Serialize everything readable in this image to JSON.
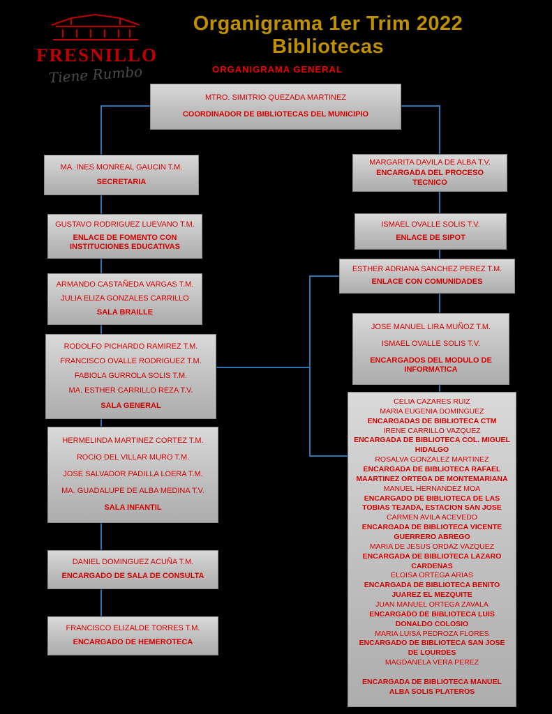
{
  "header": {
    "title": "Organigrama 1er Trim 2022 Bibliotecas",
    "subtitle": "ORGANIGRAMA GENERAL"
  },
  "logo": {
    "name": "FRESNILLO",
    "tagline": "Tiene Rumbo"
  },
  "colors": {
    "background": "#000000",
    "title_gold": "#BF9000",
    "text_red": "#D60000",
    "subtitle_red": "#F00000",
    "box_gray": "#BDBDBD",
    "connector_blue": "#2E75B6",
    "logo_red": "#C00000"
  },
  "org": {
    "root": {
      "lines": [
        {
          "text": "MTRO. SIMITRIO QUEZADA MARTINEZ",
          "bold": false
        },
        {
          "text": "COORDINADOR DE BIBLIOTECAS DEL MUNICIPIO",
          "bold": true
        }
      ]
    },
    "left": [
      {
        "lines": [
          {
            "text": "MA. INES MONREAL GAUCIN T.M.",
            "bold": false
          },
          {
            "text": "SECRETARIA",
            "bold": true
          }
        ]
      },
      {
        "lines": [
          {
            "text": "GUSTAVO RODRIGUEZ LUEVANO T.M.",
            "bold": false
          },
          {
            "text": "ENLACE DE FOMENTO CON INSTITUCIONES EDUCATIVAS",
            "bold": true
          }
        ]
      },
      {
        "lines": [
          {
            "text": "ARMANDO CASTAÑEDA VARGAS T.M.",
            "bold": false
          },
          {
            "text": "JULIA ELIZA GONZALES CARRILLO",
            "bold": false
          },
          {
            "text": "SALA BRAILLE",
            "bold": true
          }
        ]
      },
      {
        "lines": [
          {
            "text": "RODOLFO PICHARDO RAMIREZ T.M.",
            "bold": false
          },
          {
            "text": "FRANCISCO OVALLE RODRIGUEZ T.M.",
            "bold": false
          },
          {
            "text": "FABIOLA GURROLA SOLIS T.M.",
            "bold": false
          },
          {
            "text": "MA. ESTHER CARRILLO REZA T.V.",
            "bold": false
          },
          {
            "text": "SALA GENERAL",
            "bold": true
          }
        ]
      },
      {
        "lines": [
          {
            "text": "HERMELINDA MARTINEZ CORTEZ T.M.",
            "bold": false
          },
          {
            "text": "ROCIO DEL VILLAR MURO T.M.",
            "bold": false
          },
          {
            "text": "JOSE SALVADOR PADILLA LOERA T.M.",
            "bold": false
          },
          {
            "text": "MA. GUADALUPE DE ALBA MEDINA T.V.",
            "bold": false
          },
          {
            "text": "SALA INFANTIL",
            "bold": true
          }
        ]
      },
      {
        "lines": [
          {
            "text": "DANIEL DOMINGUEZ ACUÑA T.M.",
            "bold": false
          },
          {
            "text": "ENCARGADO DE SALA DE CONSULTA",
            "bold": true
          }
        ]
      },
      {
        "lines": [
          {
            "text": "FRANCISCO ELIZALDE TORRES T.M.",
            "bold": false
          },
          {
            "text": "ENCARGADO DE HEMEROTECA",
            "bold": true
          }
        ]
      }
    ],
    "right": [
      {
        "lines": [
          {
            "text": "MARGARITA DAVILA DE ALBA T.V.",
            "bold": false
          },
          {
            "text": "ENCARGADA DEL PROCESO TECNICO",
            "bold": true
          }
        ]
      },
      {
        "lines": [
          {
            "text": "ISMAEL OVALLE SOLIS T.V.",
            "bold": false
          },
          {
            "text": "ENLACE DE SIPOT",
            "bold": true
          }
        ]
      },
      {
        "lines": [
          {
            "text": "ESTHER ADRIANA SANCHEZ PEREZ T.M.",
            "bold": false
          },
          {
            "text": "ENLACE CON COMUNIDADES",
            "bold": true
          }
        ]
      },
      {
        "lines": [
          {
            "text": "JOSE MANUEL LIRA MUÑOZ T.M.",
            "bold": false
          },
          {
            "text": "ISMAEL OVALLE SOLIS T.V.",
            "bold": false
          },
          {
            "text": "ENCARGADOS DEL MODULO DE INFORMATICA",
            "bold": true
          }
        ]
      },
      {
        "lines": [
          {
            "text": "CELIA CAZARES RUIZ",
            "bold": false
          },
          {
            "text": "MARIA EUGENIA DOMINGUEZ",
            "bold": false
          },
          {
            "text": "ENCARGADAS DE BIBLIOTECA CTM",
            "bold": true
          },
          {
            "text": "IRENE CARRILLO VAZQUEZ",
            "bold": false
          },
          {
            "text": "ENCARGADA DE BIBLIOTECA COL. MIGUEL HIDALGO",
            "bold": true
          },
          {
            "text": "ROSALVA GONZALEZ MARTINEZ",
            "bold": false
          },
          {
            "text": "ENCARGADA DE BIBLIOTECA RAFAEL MAARTINEZ ORTEGA DE MONTEMARIANA",
            "bold": true
          },
          {
            "text": "MANUEL HERNANDEZ MOA",
            "bold": false
          },
          {
            "text": "ENCARGADO DE BIBLIOTECA DE LAS TOBIAS TEJADA, ESTACION SAN JOSE",
            "bold": true
          },
          {
            "text": "CARMEN AVILA ACEVEDO",
            "bold": false
          },
          {
            "text": "ENCARGADA DE BIBLIOTECA VICENTE GUERRERO ABREGO",
            "bold": true
          },
          {
            "text": "MARIA DE JESUS ORDAZ VAZQUEZ",
            "bold": false
          },
          {
            "text": "ENCARGADA DE BIBLIOTECA LAZARO CARDENAS",
            "bold": true
          },
          {
            "text": "ELOISA ORTEGA ARIAS",
            "bold": false
          },
          {
            "text": "ENCARGADA DE BIBLIOTECA BENITO JUAREZ EL MEZQUITE",
            "bold": true
          },
          {
            "text": "JUAN MANUEL ORTEGA ZAVALA",
            "bold": false
          },
          {
            "text": "ENCARGADO DE BIBLIOTECA LUIS DONALDO COLOSIO",
            "bold": true
          },
          {
            "text": "MARIA LUISA PEDROZA FLORES",
            "bold": false
          },
          {
            "text": "ENCARGADO DE BIBLIOTECA SAN JOSE DE LOURDES",
            "bold": true
          },
          {
            "text": "MAGDANELA VERA PEREZ",
            "bold": false
          },
          {
            "text": "",
            "bold": false
          },
          {
            "text": "ENCARGADA DE BIBLIOTECA MANUEL ALBA SOLIS PLATEROS",
            "bold": true
          }
        ]
      }
    ]
  }
}
